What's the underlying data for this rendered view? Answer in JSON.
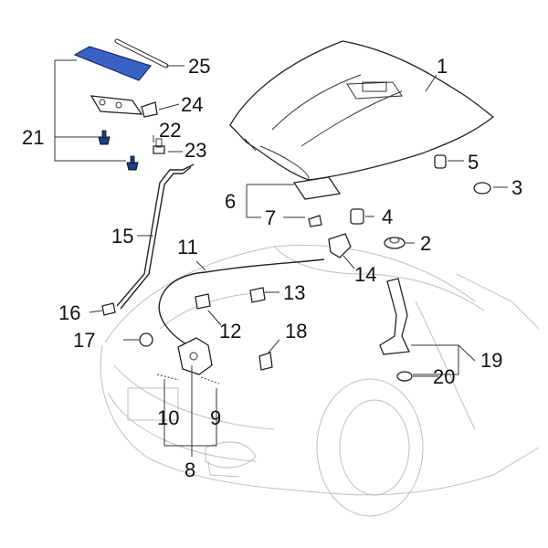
{
  "colors": {
    "highlight_part": "#3a62c4",
    "line": "#222222",
    "background": "#ffffff"
  },
  "highlighted_part": "25",
  "callouts": {
    "c1": "1",
    "c2": "2",
    "c3": "3",
    "c4": "4",
    "c5": "5",
    "c6": "6",
    "c7": "7",
    "c8": "8",
    "c9": "9",
    "c10": "10",
    "c11": "11",
    "c12": "12",
    "c13": "13",
    "c14": "14",
    "c15": "15",
    "c16": "16",
    "c17": "17",
    "c18": "18",
    "c19": "19",
    "c20": "20",
    "c21": "21",
    "c22": "22",
    "c23": "23",
    "c24": "24",
    "c25": "25"
  }
}
